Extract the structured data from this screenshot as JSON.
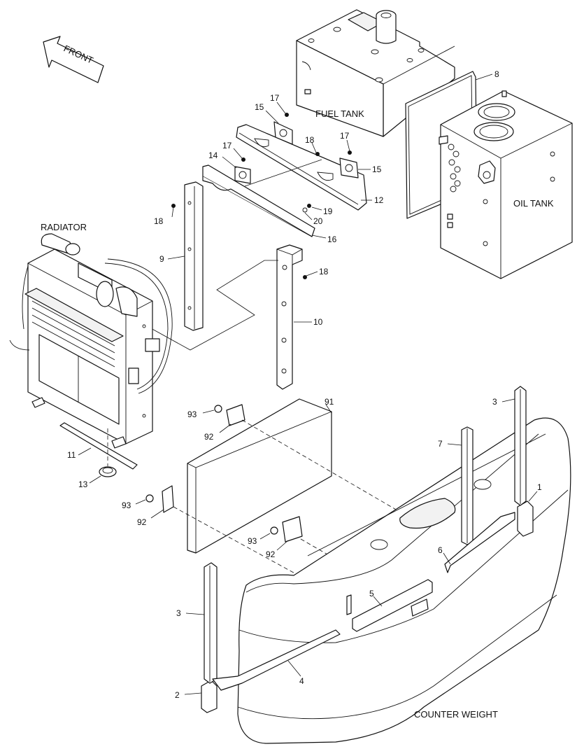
{
  "labels": {
    "front": "FRONT",
    "fuel_tank": "FUEL TANK",
    "oil_tank": "OIL TANK",
    "radiator": "RADIATOR",
    "counter_weight": "COUNTER WEIGHT"
  },
  "callouts": {
    "c1": "1",
    "c2": "2",
    "c3a": "3",
    "c3b": "3",
    "c4": "4",
    "c5": "5",
    "c6": "6",
    "c7": "7",
    "c8": "8",
    "c9": "9",
    "c10": "10",
    "c11": "11",
    "c12": "12",
    "c13": "13",
    "c14": "14",
    "c15a": "15",
    "c15b": "15",
    "c16": "16",
    "c17a": "17",
    "c17b": "17",
    "c17c": "17",
    "c18a": "18",
    "c18b": "18",
    "c18c": "18",
    "c19": "19",
    "c20": "20",
    "c91": "91",
    "c92a": "92",
    "c92b": "92",
    "c92c": "92",
    "c93a": "93",
    "c93b": "93",
    "c93c": "93"
  }
}
